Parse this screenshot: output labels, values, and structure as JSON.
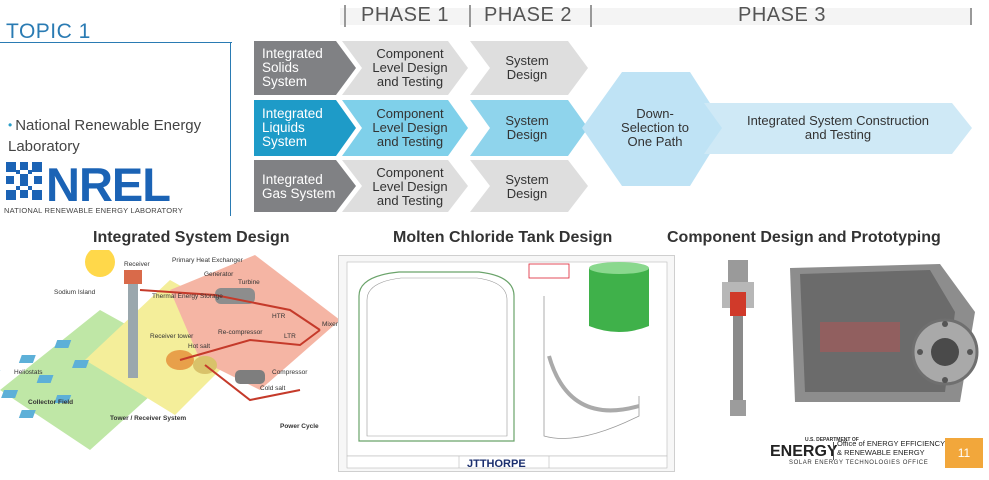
{
  "topic": "TOPIC 1",
  "lab_name": "National Renewable Energy Laboratory",
  "logo": {
    "text": "NREL",
    "subtitle": "NATIONAL RENEWABLE ENERGY LABORATORY"
  },
  "phases": [
    "PHASE 1",
    "PHASE 2",
    "PHASE 3"
  ],
  "flow": {
    "rows": [
      {
        "pathway": "Integrated Solids System",
        "phase1": "Component Level Design and Testing",
        "phase2": "System Design"
      },
      {
        "pathway": "Integrated Liquids System",
        "phase1": "Component Level Design and Testing",
        "phase2": "System Design"
      },
      {
        "pathway": "Integrated Gas System",
        "phase1": "Component Level Design and Testing",
        "phase2": "System Design"
      }
    ],
    "selection": "Down-Selection to One Path",
    "final": "Integrated System Construction and Testing",
    "colors": {
      "gray": "#7f8082",
      "light_gray": "#dcdcdc",
      "teal": "#1f9cc9",
      "light_teal": "#cdebf7",
      "final": "#cfe9f6"
    }
  },
  "sections": {
    "system": {
      "heading": "Integrated System Design",
      "labels": [
        "Receiver",
        "Primary Heat Exchanger",
        "Generator",
        "Turbine",
        "Sodium Island",
        "Thermal Energy Storage",
        "Heliostats",
        "Receiver tower",
        "Hot salt",
        "Re-compressor",
        "HTR",
        "LTR",
        "Mixer",
        "Compressor",
        "Cold salt",
        "Collector Field",
        "Tower / Receiver System",
        "Power Cycle"
      ]
    },
    "tank": {
      "heading": "Molten Chloride Tank Design",
      "drawing_brand": "JTTHORPE"
    },
    "component": {
      "heading": "Component Design and Prototyping"
    }
  },
  "footer": {
    "doe_line1": "U.S. DEPARTMENT OF",
    "doe_word": "ENERGY",
    "office_line1": "Office of ENERGY EFFICIENCY",
    "office_line2": "& RENEWABLE ENERGY",
    "office_line3": "SOLAR ENERGY TECHNOLOGIES OFFICE",
    "page": "11"
  }
}
